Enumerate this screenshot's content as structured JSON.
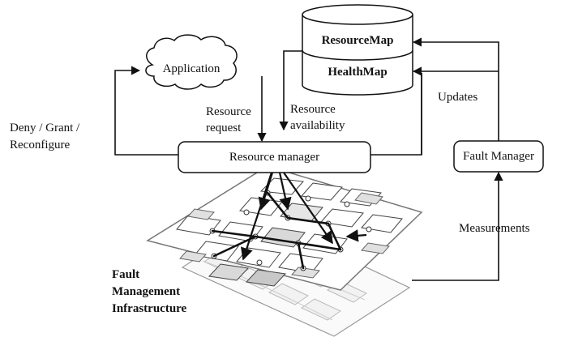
{
  "database": {
    "top_label": "ResourceMap",
    "bottom_label": "HealthMap"
  },
  "application": {
    "label": "Application"
  },
  "resource_manager": {
    "label": "Resource manager"
  },
  "fault_manager": {
    "label": "Fault Manager"
  },
  "edges": {
    "resource_request": [
      "Resource",
      "request"
    ],
    "resource_availability": [
      "Resource",
      "availability"
    ],
    "updates": "Updates",
    "deny_grant_reconfigure": [
      "Deny / Grant /",
      "Reconfigure"
    ],
    "measurements": "Measurements"
  },
  "fmi_label": [
    "Fault",
    "Management",
    "Infrastructure"
  ],
  "colors": {
    "stroke": "#111111",
    "fill": "#ffffff",
    "grey_tile": "#d9d9d9",
    "light_tile": "#eeeeee"
  }
}
